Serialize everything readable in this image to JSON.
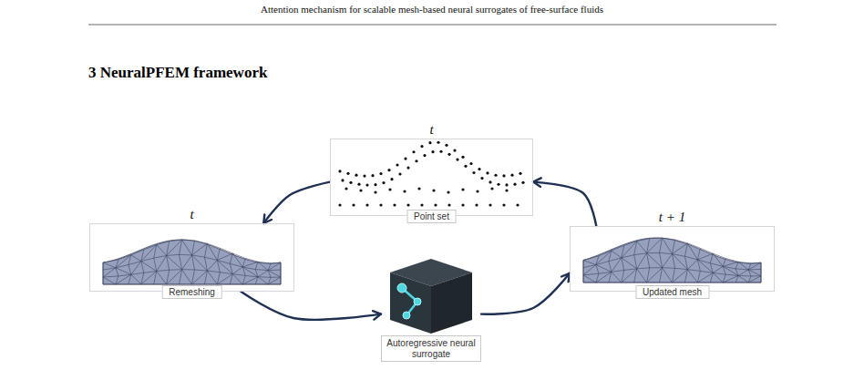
{
  "diagram": {
    "title": "3 NeuralPFEM framework",
    "nodes": [
      {
        "text": [
          "t",
          "Point set"
        ]
      },
      {
        "text": [
          "t",
          "Remeshing"
        ]
      },
      {
        "text": [
          "Autoregressive neural surrogate"
        ]
      },
      {
        "text": [
          "t + 1",
          "Updated mesh"
        ]
      }
    ],
    "edges": [
      {
        "from": 0,
        "to": 1,
        "arrow": "to"
      },
      {
        "from": 1,
        "to": 2,
        "arrow": "to"
      },
      {
        "from": 2,
        "to": 3,
        "arrow": "to"
      },
      {
        "from": 3,
        "to": 0,
        "arrow": "to"
      }
    ],
    "labels": [
      "Attention mechanism for scalable mesh-based neural surrogates of free-surface fluids"
    ]
  }
}
